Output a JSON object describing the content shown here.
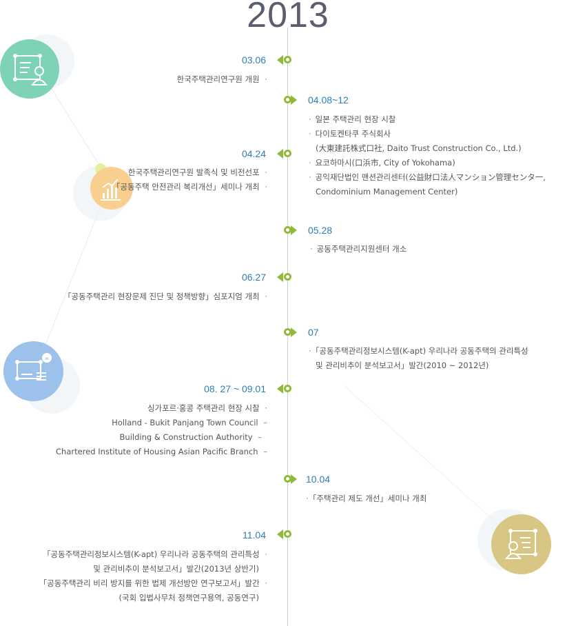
{
  "year": "2013",
  "icons": [
    {
      "name": "document-user-icon",
      "color": "#7ed3b6"
    },
    {
      "name": "bar-chart-icon",
      "color": "#f8cf8e"
    },
    {
      "name": "presentation-icon",
      "color": "#9cc1ea"
    },
    {
      "name": "user-document-icon",
      "color": "#d8c684"
    }
  ],
  "events": [
    {
      "date": "03.06",
      "items": [
        "한국주택관리연구원 개원"
      ]
    },
    {
      "date": "04.08~12",
      "items": [
        "일본 주택관리 현장 시찰",
        "다이토켄타쿠 주식회사",
        "(大東建託株式口社, Daito Trust Construction Co., Ltd.)",
        "요코하마시(口浜市, City of Yokohama)",
        "공익재단법인 맨션관리센터(公益財口法人マンション管理センタ一,",
        "Condominium Management Center)"
      ]
    },
    {
      "date": "04.24",
      "items": [
        "한국주택관리연구원 발족식 및 비전선포",
        "「공동주택 안전관리 복리개선」세미나 개최"
      ]
    },
    {
      "date": "05.28",
      "items": [
        "공동주택관리지원센터 개소"
      ]
    },
    {
      "date": "06.27",
      "items": [
        "「공동주택관리 현장문제 진단 및 정책방향」심포지엄 개최"
      ]
    },
    {
      "date": "07",
      "items": [
        "「공동주택관리정보시스템(K-apt) 우리나라 공동주택의 관리특성",
        "및 관리비추이 분석보고서」발간(2010 ~ 2012년)"
      ]
    },
    {
      "date": "08. 27 ~ 09.01",
      "items": [
        "싱가포르·홍콩 주택관리 현장 시찰",
        "Holland - Bukit Panjang Town Council",
        "Building & Construction Authority",
        "Chartered Institute of Housing Asian Pacific Branch"
      ]
    },
    {
      "date": "10.04",
      "items": [
        "「주택관리 제도 개선」세미나 개최"
      ]
    },
    {
      "date": "11.04",
      "items": [
        "「공동주택관리정보시스템(K-apt) 우리나라 공동주택의 관리특성",
        "및 관리비추이 분석보고서」발간(2013년 상반기)",
        "「공동주택관리 비리 방지를 위한 법제 개선방안 연구보고서」발간",
        "(국회 입법사무처 정책연구용역, 공동연구)"
      ]
    }
  ]
}
